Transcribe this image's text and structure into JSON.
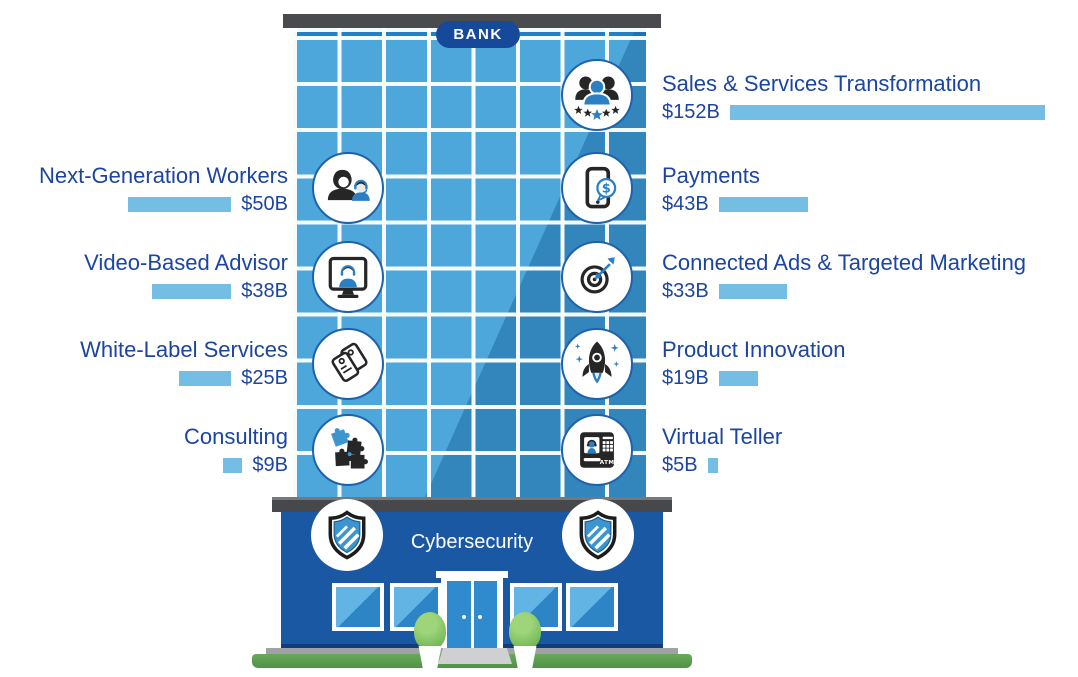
{
  "building": {
    "sign_label": "BANK",
    "cybersecurity_label": "Cybersecurity",
    "shield_icon": "shield-icon"
  },
  "metrics": {
    "left": [
      {
        "label": "Next-Generation Workers",
        "value": "$50B",
        "amount": 50,
        "icon": "support-agent-icon"
      },
      {
        "label": "Video-Based Advisor",
        "value": "$38B",
        "amount": 38,
        "icon": "video-advisor-icon"
      },
      {
        "label": "White-Label Services",
        "value": "$25B",
        "amount": 25,
        "icon": "price-tags-icon"
      },
      {
        "label": "Consulting",
        "value": "$9B",
        "amount": 9,
        "icon": "puzzle-icon"
      }
    ],
    "right": [
      {
        "label": "Sales & Services Transformation",
        "value": "$152B",
        "amount": 152,
        "icon": "team-rating-icon"
      },
      {
        "label": "Payments",
        "value": "$43B",
        "amount": 43,
        "icon": "mobile-payment-icon"
      },
      {
        "label": "Connected Ads & Targeted Marketing",
        "value": "$33B",
        "amount": 33,
        "icon": "target-icon"
      },
      {
        "label": "Product Innovation",
        "value": "$19B",
        "amount": 19,
        "icon": "rocket-icon"
      },
      {
        "label": "Virtual Teller",
        "value": "$5B",
        "amount": 5,
        "icon": "atm-icon"
      }
    ]
  },
  "chart_data": {
    "type": "bar",
    "orientation": "horizontal",
    "unit": "USD billions",
    "categories": [
      "Sales & Services Transformation",
      "Next-Generation Workers",
      "Payments",
      "Video-Based Advisor",
      "Connected Ads & Targeted Marketing",
      "White-Label Services",
      "Product Innovation",
      "Consulting",
      "Virtual Teller"
    ],
    "values": [
      152,
      50,
      43,
      38,
      33,
      25,
      19,
      9,
      5
    ],
    "value_labels": [
      "$152B",
      "$50B",
      "$43B",
      "$38B",
      "$33B",
      "$25B",
      "$19B",
      "$9B",
      "$5B"
    ],
    "annotations": [
      "BANK",
      "Cybersecurity"
    ],
    "legend": "none",
    "bar_color": "#74bde5",
    "label_color": "#1b45a1"
  },
  "colors": {
    "label_text": "#1b45a1",
    "bar": "#74bde5",
    "tower_light": "#4ea7db",
    "tower_shade": "#2b85c6",
    "storefront": "#1a58a4",
    "bank_pill": "#17499b",
    "roof": "#4a4b4e",
    "ground": "#5fa452",
    "icon_blue": "#2b7fc3",
    "icon_dark": "#262626"
  }
}
